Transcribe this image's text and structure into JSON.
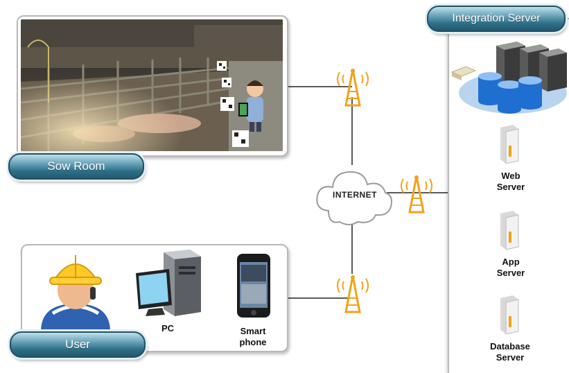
{
  "sow_room": {
    "label": "Sow Room"
  },
  "user": {
    "label": "User",
    "pc_label": "PC",
    "phone_label": "Smart\nphone"
  },
  "network": {
    "internet_label": "INTERNET"
  },
  "integration_server": {
    "title": "Integration Server",
    "servers": [
      {
        "label": "Web\nServer"
      },
      {
        "label": "App\nServer"
      },
      {
        "label": "Database\nServer"
      }
    ]
  },
  "colors": {
    "pill": "#2e6f87",
    "tower": "#f0a21a",
    "line": "#222222"
  }
}
